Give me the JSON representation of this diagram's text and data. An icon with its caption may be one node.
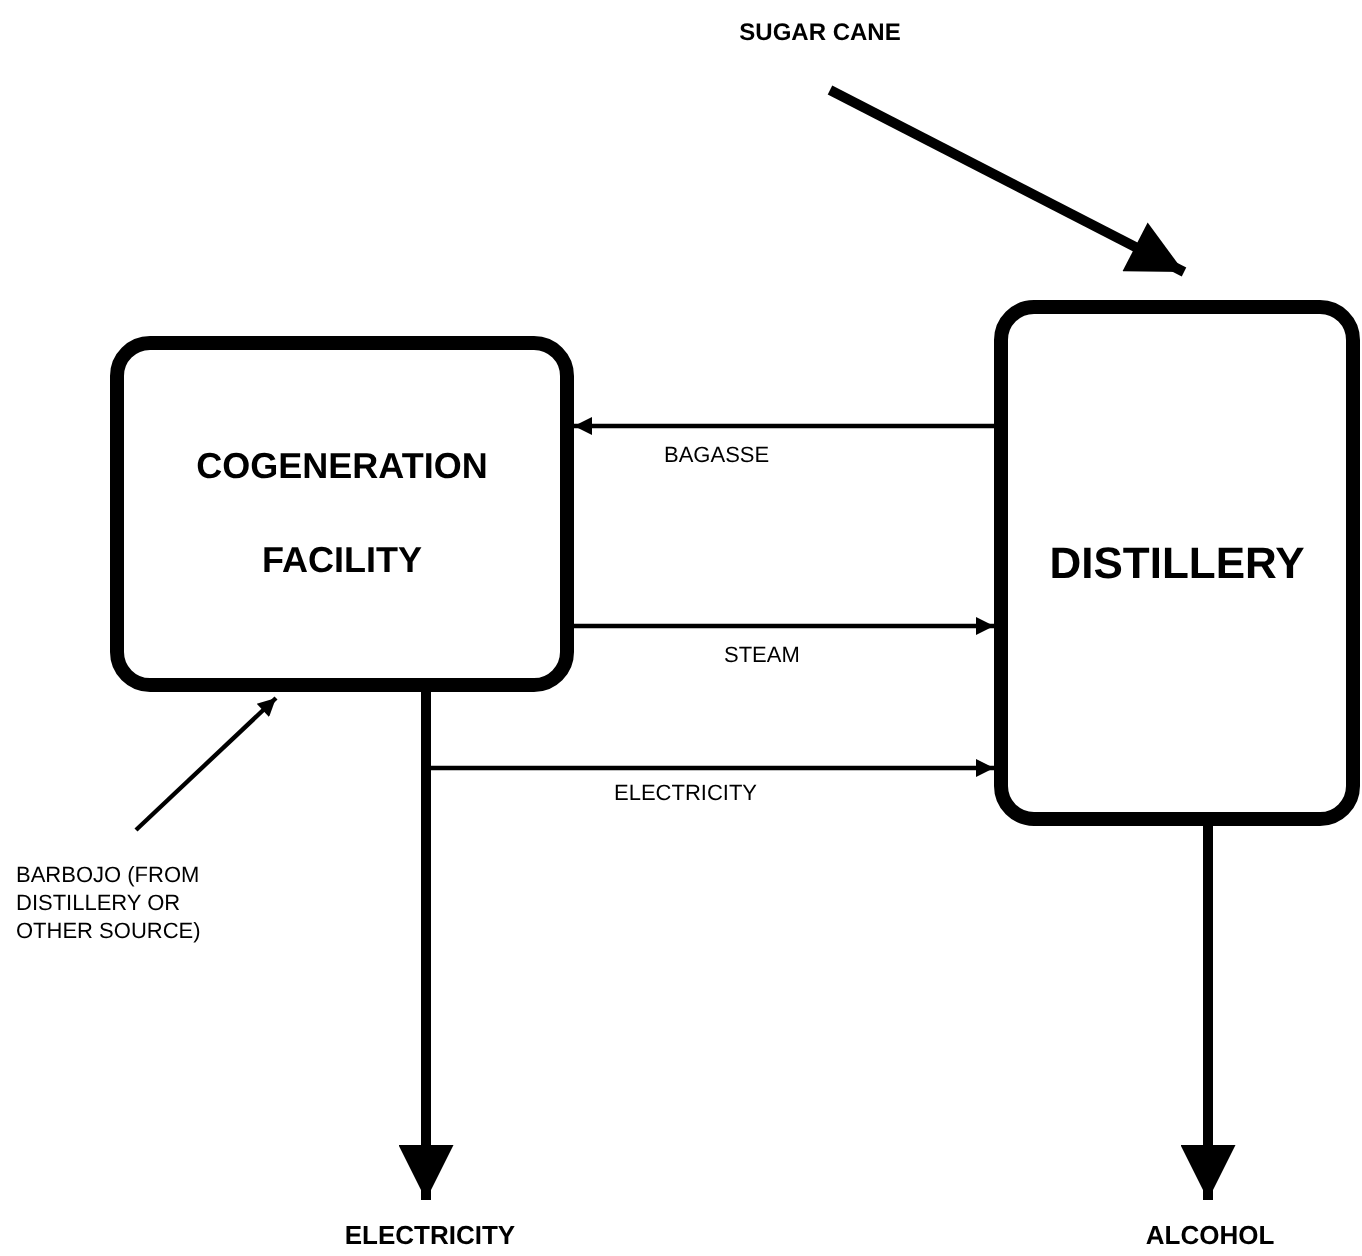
{
  "diagram": {
    "nodes": [
      {
        "text": [
          "COGENERATION FACILITY"
        ]
      },
      {
        "text": [
          "DISTILLERY"
        ]
      },
      {
        "text": [
          "SUGAR CANE"
        ]
      },
      {
        "text": [
          "BARBOJO (FROM DISTILLERY OR OTHER SOURCE)"
        ]
      },
      {
        "text": [
          "ELECTRICITY"
        ]
      },
      {
        "text": [
          "ALCOHOL"
        ]
      }
    ],
    "edges": [
      {
        "from": 2,
        "to": 1,
        "arrow": "to",
        "style": "thick"
      },
      {
        "from": 1,
        "to": 0,
        "arrow": "to",
        "label": "BAGASSE"
      },
      {
        "from": 0,
        "to": 1,
        "arrow": "to",
        "label": "STEAM"
      },
      {
        "from": 0,
        "to": 1,
        "arrow": "to",
        "label": "ELECTRICITY"
      },
      {
        "from": 3,
        "to": 0,
        "arrow": "to"
      },
      {
        "from": 0,
        "to": 4,
        "arrow": "to",
        "style": "thick"
      },
      {
        "from": 1,
        "to": 5,
        "arrow": "to",
        "style": "thick"
      }
    ]
  }
}
